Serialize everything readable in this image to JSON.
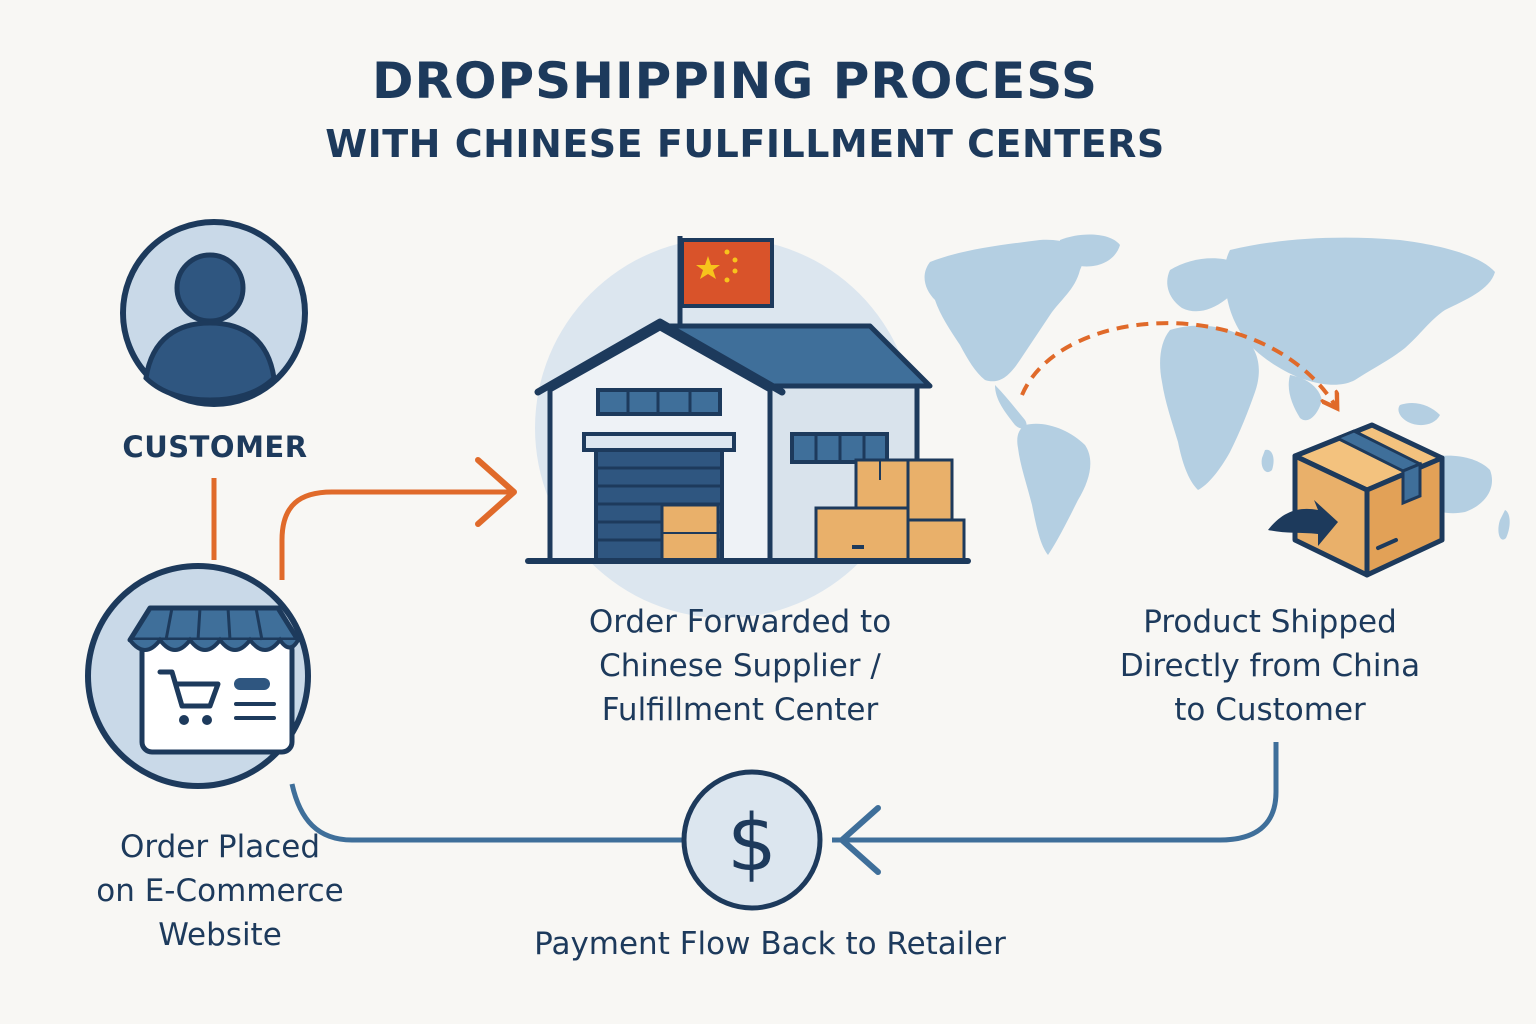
{
  "header": {
    "title": "DROPSHIPPING PROCESS",
    "subtitle": "WITH CHINESE FULFILLMENT CENTERS"
  },
  "steps": {
    "customer": "CUSTOMER",
    "order_placed": [
      "Order Placed",
      "on E-Commerce",
      "Website"
    ],
    "order_forwarded": [
      "Order Forwarded to",
      "Chinese Supplier /",
      "Fulfillment Center"
    ],
    "product_shipped": [
      "Product Shipped",
      "Directly from China",
      "to Customer"
    ],
    "payment": "Payment Flow Back to Retailer"
  },
  "icons": {
    "customer": "user-avatar-icon",
    "store": "storefront-cart-icon",
    "warehouse": "warehouse-icon",
    "flag": "china-flag-icon",
    "map": "world-map-icon",
    "package": "package-box-icon",
    "payment": "dollar-coin-icon",
    "currency_symbol": "$"
  },
  "colors": {
    "navy": "#1d3a5c",
    "orange": "#e06a2a",
    "blue_line": "#3f6f9a",
    "light_blue": "#c9d9e8",
    "map_blue": "#b4cfe2",
    "box_tan": "#e9b06a"
  }
}
